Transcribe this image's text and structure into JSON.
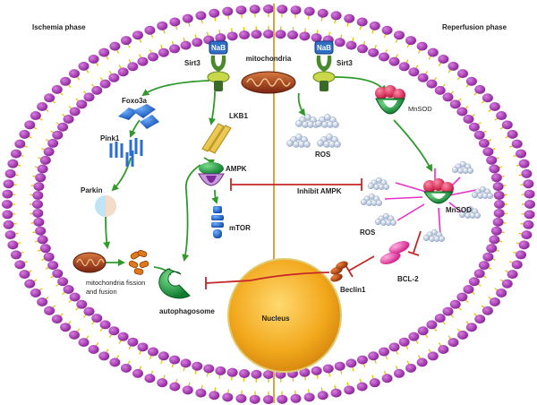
{
  "phases": {
    "left": "Ischemia phase",
    "right": "Reperfusion phase"
  },
  "labels": {
    "nab_left": "NaB",
    "nab_right": "NaB",
    "sirt3_left": "Sirt3",
    "sirt3_right": "Sirt3",
    "mitochondria": "mitochondria",
    "foxo3a": "Foxo3a",
    "lkb1": "LKB1",
    "mnsod_top": "MnSOD",
    "pink1": "Pink1",
    "ros_center": "ROS",
    "ampk": "AMPK",
    "inhibit_ampk": "Inhibit AMPK",
    "parkin": "Parkin",
    "mtor": "mTOR",
    "mnsod_right": "MnSOD",
    "ros_right": "ROS",
    "mito_fission_1": "mitochondria fission",
    "mito_fission_2": "and fusion",
    "bcl2": "BCL-2",
    "beclin1": "Beclin1",
    "autophagosome": "autophagosome",
    "nucleus": "Nucleus"
  },
  "colors": {
    "membrane_head": "#9a2ca6",
    "membrane_tail": "#e2c400",
    "activation_arrow": "#2f9a2b",
    "inhibition_line": "#c42727",
    "divider": "#d9a440",
    "nucleus": "#f2a81c",
    "nab_box": "#2f6fc4",
    "receptor": "#4a8a2b",
    "protein_blue": "#2a6fd0",
    "ros_cloud": "#b4c4dc",
    "mnsod": "#1e8a3c",
    "autophagosome": "#1a8a3a",
    "bcl2": "#e04aa6",
    "beclin1": "#b94a12"
  }
}
